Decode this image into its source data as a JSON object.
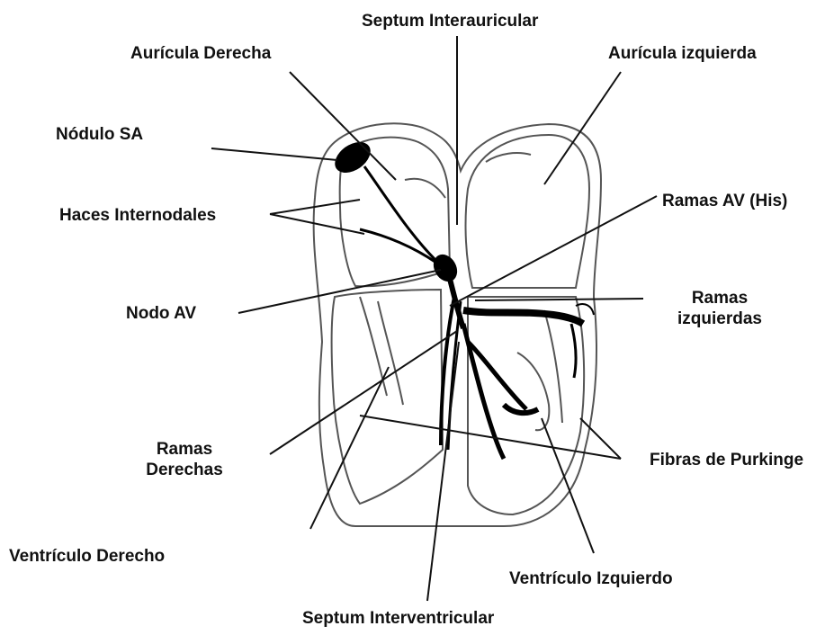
{
  "diagram": {
    "labels": {
      "septum_interauricular": "Septum Interauricular",
      "auricula_derecha": "Aurícula Derecha",
      "auricula_izquierda": "Aurícula izquierda",
      "nodulo_sa": "Nódulo SA",
      "ramas_av_his": "Ramas AV (His)",
      "haces_internodales": "Haces Internodales",
      "nodo_av": "Nodo AV",
      "ramas_izquierdas_line1": "Ramas",
      "ramas_izquierdas_line2": "izquierdas",
      "ramas_derechas_line1": "Ramas",
      "ramas_derechas_line2": "Derechas",
      "fibras_purkinge": "Fibras de Purkinge",
      "ventriculo_derecho": "Ventrículo Derecho",
      "ventriculo_izquierdo": "Ventrículo Izquierdo",
      "septum_interventricular": "Septum Interventricular"
    },
    "colors": {
      "outline": "#555555",
      "conduction": "#000000",
      "leader": "#111111",
      "text": "#111111"
    }
  }
}
